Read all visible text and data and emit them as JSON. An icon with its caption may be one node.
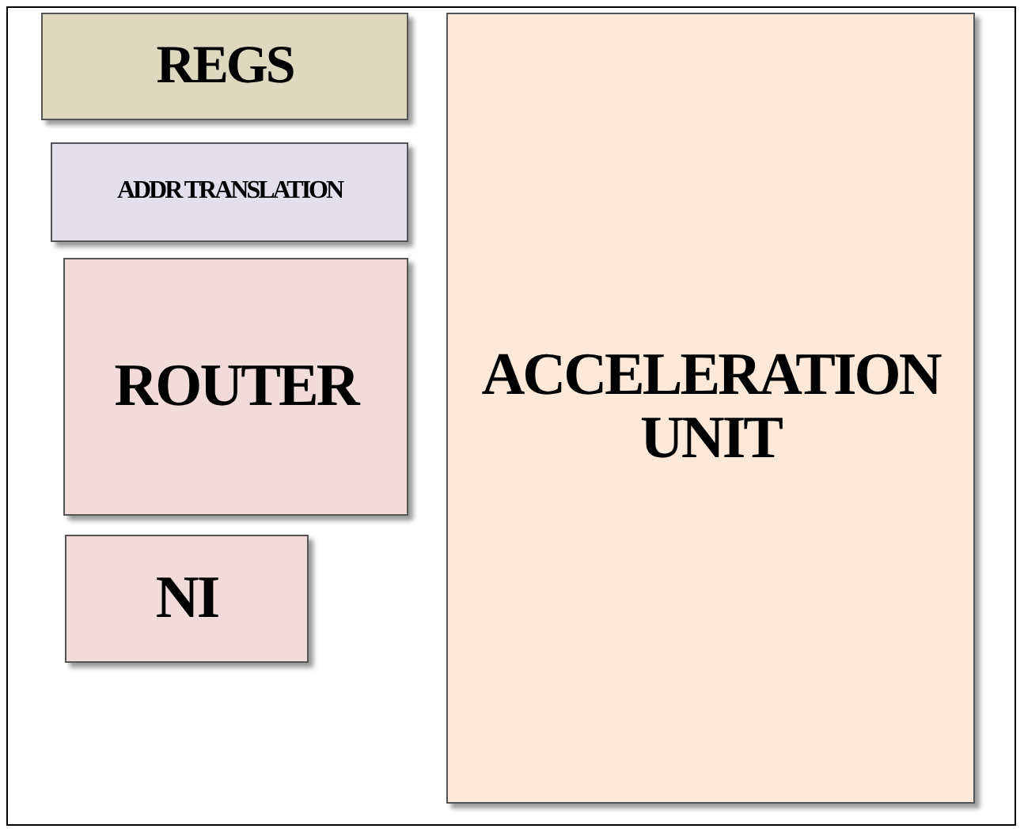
{
  "diagram": {
    "nodes": [
      {
        "text": [],
        "shape": "box"
      },
      {
        "text": [
          "REGS"
        ],
        "in": 0
      },
      {
        "text": [
          "ADDR TRANSLATION"
        ],
        "in": 0
      },
      {
        "text": [
          "ROUTER"
        ],
        "in": 0
      },
      {
        "text": [
          "NI"
        ],
        "in": 0
      },
      {
        "text": [
          "ACCELERATION UNIT"
        ],
        "in": 0
      }
    ]
  }
}
